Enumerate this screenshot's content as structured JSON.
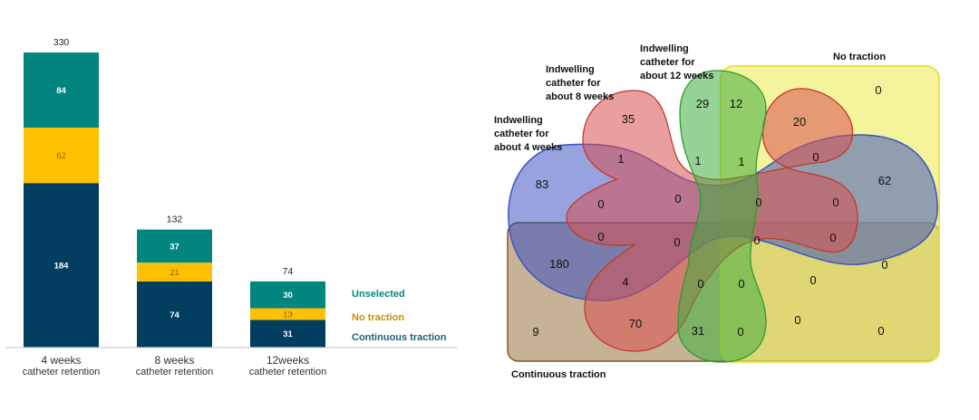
{
  "chart_data": [
    {
      "type": "bar",
      "stacked": true,
      "categories": [
        {
          "line1": "4 weeks",
          "line2": "catheter retention"
        },
        {
          "line1": "8 weeks",
          "line2": "catheter retention"
        },
        {
          "line1": "12weeks",
          "line2": "catheter retention"
        }
      ],
      "series": [
        {
          "name": "Continuous traction",
          "values": [
            184,
            74,
            31
          ],
          "color": "#023E5F",
          "label_color": "#ffffff"
        },
        {
          "name": "No traction",
          "values": [
            62,
            21,
            13
          ],
          "color": "#FFC000",
          "label_color": "#8A6A00"
        },
        {
          "name": "Unselected",
          "values": [
            84,
            37,
            30
          ],
          "color": "#00857F",
          "label_color": "#ffffff"
        }
      ],
      "totals": [
        330,
        132,
        74
      ],
      "legend": {
        "placement": "right",
        "entries": [
          {
            "label": "Unselected",
            "color": "#00857F"
          },
          {
            "label": "No traction",
            "color": "#C29200"
          },
          {
            "label": "Continuous traction",
            "color": "#1F5F7A"
          }
        ]
      },
      "ylim": [
        0,
        330
      ],
      "grid": false
    },
    {
      "type": "venn",
      "sets": [
        {
          "id": "w4",
          "label_lines": [
            "Indwelling",
            "catheter for",
            "about 4 weeks"
          ],
          "color": "#3B52C4",
          "fill": "#2E47C0"
        },
        {
          "id": "w8",
          "label_lines": [
            "Indwelling",
            "catheter for",
            "about 8 weeks"
          ],
          "color": "#C0392B",
          "fill": "#D85050"
        },
        {
          "id": "w12",
          "label_lines": [
            "Indwelling",
            "catheter for",
            "about 12 weeks"
          ],
          "color": "#2E9A2E",
          "fill": "#3FAF3F"
        },
        {
          "id": "nt",
          "label_lines": [
            "No traction"
          ],
          "color": "#E8E040",
          "fill": "#EEEE60"
        },
        {
          "id": "ct",
          "label_lines": [
            "Continuous traction"
          ],
          "color": "#7A5A30",
          "fill": "#A08050"
        }
      ],
      "region_counts": [
        {
          "sets": [
            "w4"
          ],
          "value": "83"
        },
        {
          "sets": [
            "w8"
          ],
          "value": "35"
        },
        {
          "sets": [
            "w12"
          ],
          "value": "29"
        },
        {
          "sets": [
            "w12",
            "nt"
          ],
          "value": "12"
        },
        {
          "sets": [
            "nt"
          ],
          "value": "0"
        },
        {
          "sets": [
            "w8",
            "nt"
          ],
          "value": "20"
        },
        {
          "sets": [
            "w4",
            "w8"
          ],
          "value": "1"
        },
        {
          "sets": [
            "w8",
            "w12"
          ],
          "value": "1"
        },
        {
          "sets": [
            "w8",
            "w12",
            "nt"
          ],
          "value": "1"
        },
        {
          "sets": [
            "w4",
            "w8",
            "nt"
          ],
          "value": "0"
        },
        {
          "sets": [
            "w4",
            "nt"
          ],
          "value": "62"
        },
        {
          "sets": [
            "w4",
            "w12"
          ],
          "value": "0"
        },
        {
          "sets": [
            "w4",
            "w8",
            "w12"
          ],
          "value": "0"
        },
        {
          "sets": [
            "w4",
            "w12",
            "nt"
          ],
          "value": "0"
        },
        {
          "sets": [
            "w4",
            "w8",
            "w12",
            "nt"
          ],
          "value": "0"
        },
        {
          "sets": [
            "w4",
            "w12",
            "ct"
          ],
          "value": "0"
        },
        {
          "sets": [
            "w4",
            "w8",
            "w12",
            "ct"
          ],
          "value": "0"
        },
        {
          "sets": [
            "w4",
            "w8",
            "w12",
            "nt",
            "ct"
          ],
          "value": "0"
        },
        {
          "sets": [
            "w4",
            "w12",
            "nt",
            "ct"
          ],
          "value": "0"
        },
        {
          "sets": [
            "w4",
            "ct"
          ],
          "value": "180"
        },
        {
          "sets": [
            "w4",
            "nt",
            "ct"
          ],
          "value": "0"
        },
        {
          "sets": [
            "w4",
            "w8",
            "ct"
          ],
          "value": "4"
        },
        {
          "sets": [
            "w8",
            "w12",
            "ct"
          ],
          "value": "0"
        },
        {
          "sets": [
            "w8",
            "w12",
            "nt",
            "ct"
          ],
          "value": "0"
        },
        {
          "sets": [
            "w4",
            "w8",
            "nt",
            "ct"
          ],
          "value": "0"
        },
        {
          "sets": [
            "ct"
          ],
          "value": "9"
        },
        {
          "sets": [
            "w8",
            "ct"
          ],
          "value": "70"
        },
        {
          "sets": [
            "w12",
            "ct"
          ],
          "value": "31"
        },
        {
          "sets": [
            "w12",
            "nt",
            "ct"
          ],
          "value": "0"
        },
        {
          "sets": [
            "w8",
            "nt",
            "ct"
          ],
          "value": "0"
        },
        {
          "sets": [
            "nt",
            "ct"
          ],
          "value": "0"
        }
      ]
    }
  ]
}
